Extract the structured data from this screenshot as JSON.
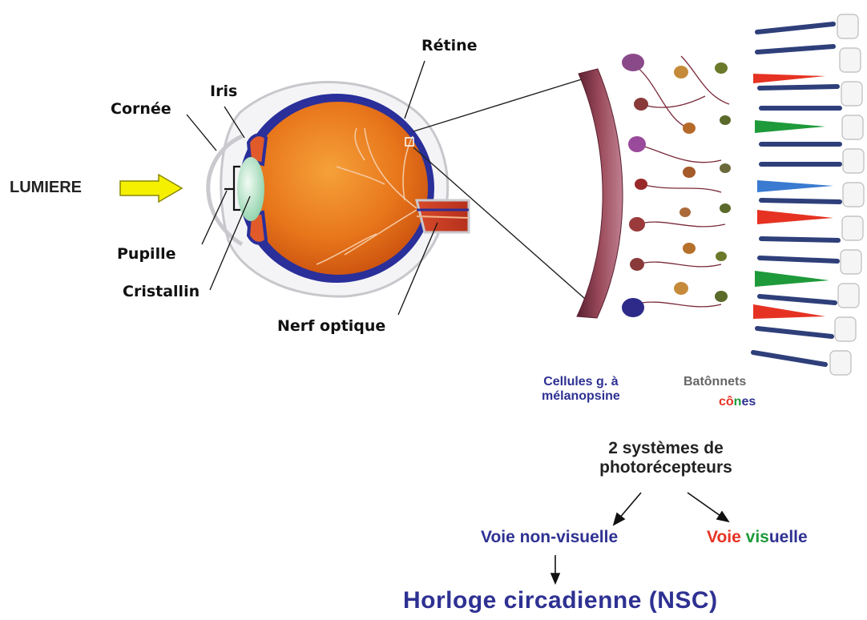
{
  "labels": {
    "cornea": "Cornée",
    "iris": "Iris",
    "retina": "Rétine",
    "light": "LUMIERE",
    "pupil": "Pupille",
    "lens": "Cristallin",
    "optic_nerve": "Nerf optique"
  },
  "retina_legend": {
    "ganglion_line1": "Cellules g. à",
    "ganglion_line2": "mélanopsine",
    "rods": "Batônnets",
    "cones_part1": "cô",
    "cones_part2": "n",
    "cones_part3": "es"
  },
  "flow": {
    "systems_line1": "2 systèmes de",
    "systems_line2": "photorécepteurs",
    "non_visual": "Voie non-visuelle",
    "visual_part1": "Voie",
    "visual_part2": "vis",
    "visual_part3": "uelle",
    "clock": "Horloge circadienne (NSC)"
  },
  "colors": {
    "melanopsin_text": "#2e3192",
    "rods_text": "#666666",
    "red": "#e63222",
    "green": "#1f9a3a",
    "blue": "#2e3192",
    "arrow_yellow": "#f5f000",
    "eye_orange": "#e87a1c",
    "sclera_blue": "#2a2f9a"
  }
}
